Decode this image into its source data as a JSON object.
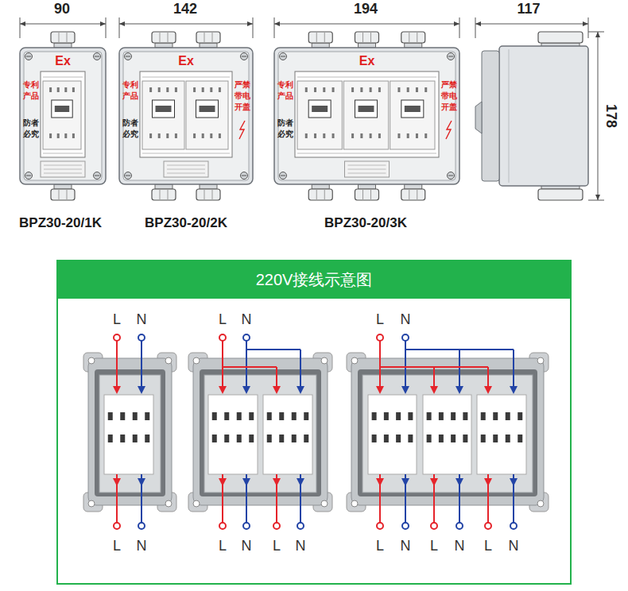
{
  "diagram": {
    "nodes": [
      {
        "text": [
          "Ex",
          "专利产品",
          "防者必究"
        ]
      },
      {
        "text": [
          "Ex",
          "专利产品",
          "防者必究",
          "严禁带电开盖"
        ]
      },
      {
        "text": [
          "Ex",
          "专利产品",
          "防者必究",
          "严禁带电开盖"
        ]
      },
      {
        "text": [
          "220V接线示意图"
        ]
      }
    ],
    "labels": [
      "90",
      "142",
      "194",
      "117",
      "178",
      "BPZ30-20/1K",
      "BPZ30-20/2K",
      "BPZ30-20/3K",
      "L",
      "N",
      "L",
      "N",
      "L",
      "N",
      "L",
      "N",
      "L",
      "N",
      "L",
      "N",
      "L",
      "N",
      "L",
      "N",
      "L",
      "N"
    ]
  }
}
